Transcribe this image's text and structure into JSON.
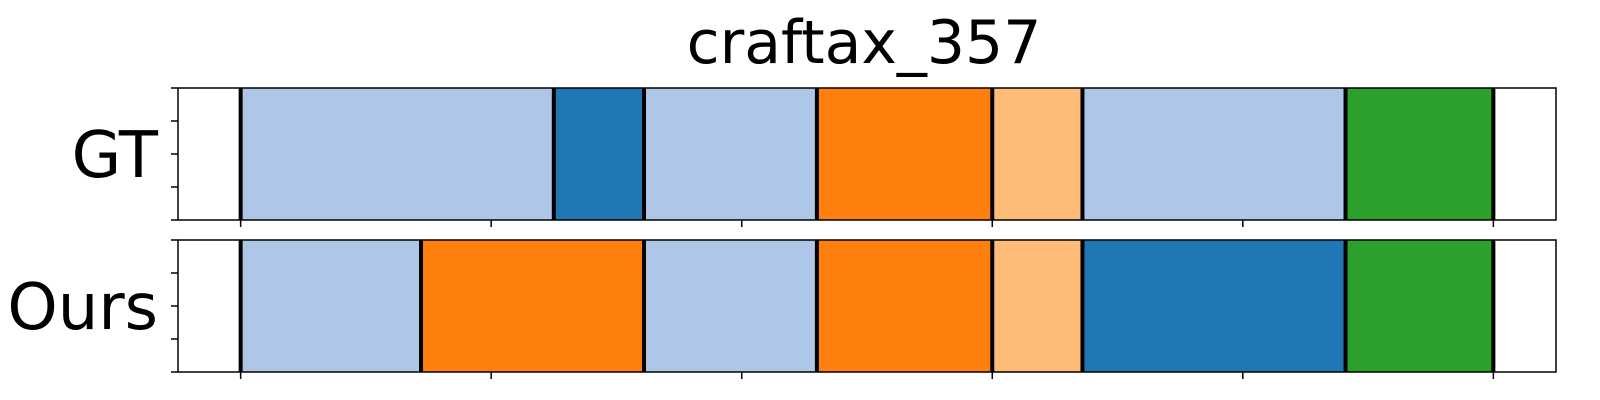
{
  "chart_data": {
    "type": "segmentation_timeline",
    "title": "craftax_357",
    "xlim": [
      0,
      11
    ],
    "x_ticks": [
      0.5,
      2.5,
      4.5,
      6.5,
      8.5,
      10.5
    ],
    "y_ticks_per_row": 5,
    "grid": false,
    "legend": "none",
    "rows": [
      {
        "label": "GT",
        "segments": [
          {
            "start": 0.5,
            "end": 3.0,
            "color": "#aec7e8"
          },
          {
            "start": 3.0,
            "end": 3.72,
            "color": "#1f77b4"
          },
          {
            "start": 3.72,
            "end": 5.1,
            "color": "#aec7e8"
          },
          {
            "start": 5.1,
            "end": 6.5,
            "color": "#ff7f0e"
          },
          {
            "start": 6.5,
            "end": 7.22,
            "color": "#ffbb78"
          },
          {
            "start": 7.22,
            "end": 9.32,
            "color": "#aec7e8"
          },
          {
            "start": 9.32,
            "end": 10.5,
            "color": "#2ca02c"
          }
        ],
        "boundaries": [
          0.5,
          3.0,
          3.72,
          5.1,
          6.5,
          7.22,
          9.32,
          10.5
        ]
      },
      {
        "label": "Ours",
        "segments": [
          {
            "start": 0.5,
            "end": 1.94,
            "color": "#aec7e8"
          },
          {
            "start": 1.94,
            "end": 3.72,
            "color": "#ff7f0e"
          },
          {
            "start": 3.72,
            "end": 5.1,
            "color": "#aec7e8"
          },
          {
            "start": 5.1,
            "end": 6.5,
            "color": "#ff7f0e"
          },
          {
            "start": 6.5,
            "end": 7.22,
            "color": "#ffbb78"
          },
          {
            "start": 7.22,
            "end": 9.32,
            "color": "#1f77b4"
          },
          {
            "start": 9.32,
            "end": 10.5,
            "color": "#2ca02c"
          }
        ],
        "boundaries": [
          0.5,
          1.94,
          3.72,
          5.1,
          6.5,
          7.22,
          9.32,
          10.5
        ]
      }
    ]
  }
}
